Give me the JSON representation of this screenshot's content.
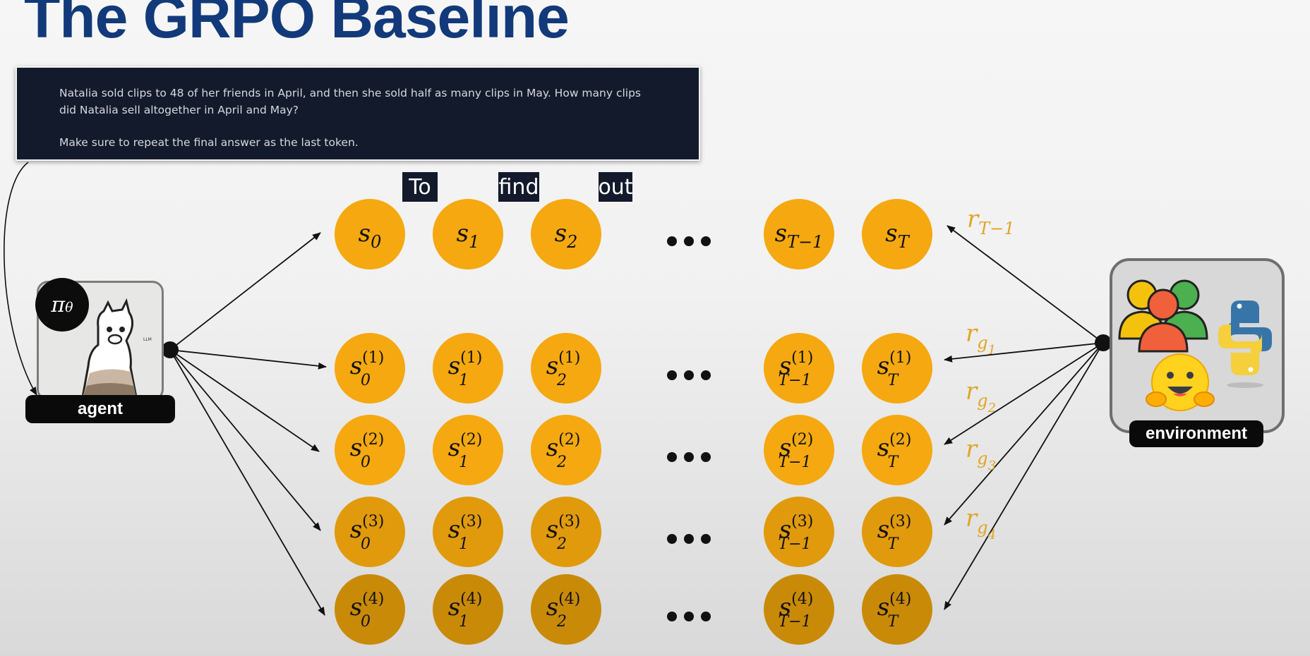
{
  "title": "The GRPO Baseline",
  "prompt": {
    "question": "Natalia sold clips to 48 of her friends in April, and then she sold half as many clips in May. How many clips did Natalia sell altogether in April and May?",
    "instruction": "Make sure to repeat the final answer as the last token."
  },
  "tokens": [
    "To",
    "find",
    "out"
  ],
  "agent": {
    "label": "agent",
    "policy_symbol": "π",
    "policy_sub": "θ",
    "logo_text": "LLM"
  },
  "environment": {
    "label": "environment"
  },
  "states": {
    "top_row": [
      {
        "base": "s",
        "sub": "0"
      },
      {
        "base": "s",
        "sub": "1"
      },
      {
        "base": "s",
        "sub": "2"
      },
      {
        "base": "s",
        "sub": "T−1"
      },
      {
        "base": "s",
        "sub": "T"
      }
    ],
    "group_subs": [
      "0",
      "1",
      "2",
      "T−1",
      "T"
    ],
    "groups": [
      "(1)",
      "(2)",
      "(3)",
      "(4)"
    ]
  },
  "rewards": {
    "top": {
      "base": "r",
      "sub": "T−1"
    },
    "group": [
      {
        "base": "r",
        "sub": "g",
        "subsub": "1"
      },
      {
        "base": "r",
        "sub": "g",
        "subsub": "2"
      },
      {
        "base": "r",
        "sub": "g",
        "subsub": "3"
      },
      {
        "base": "r",
        "sub": "g",
        "subsub": "4"
      }
    ]
  },
  "colors": {
    "title": "#123a7a",
    "node": "#f5a80f",
    "node_dark": "#c98a08",
    "reward": "#e0a526",
    "panel": "#131a2b"
  }
}
